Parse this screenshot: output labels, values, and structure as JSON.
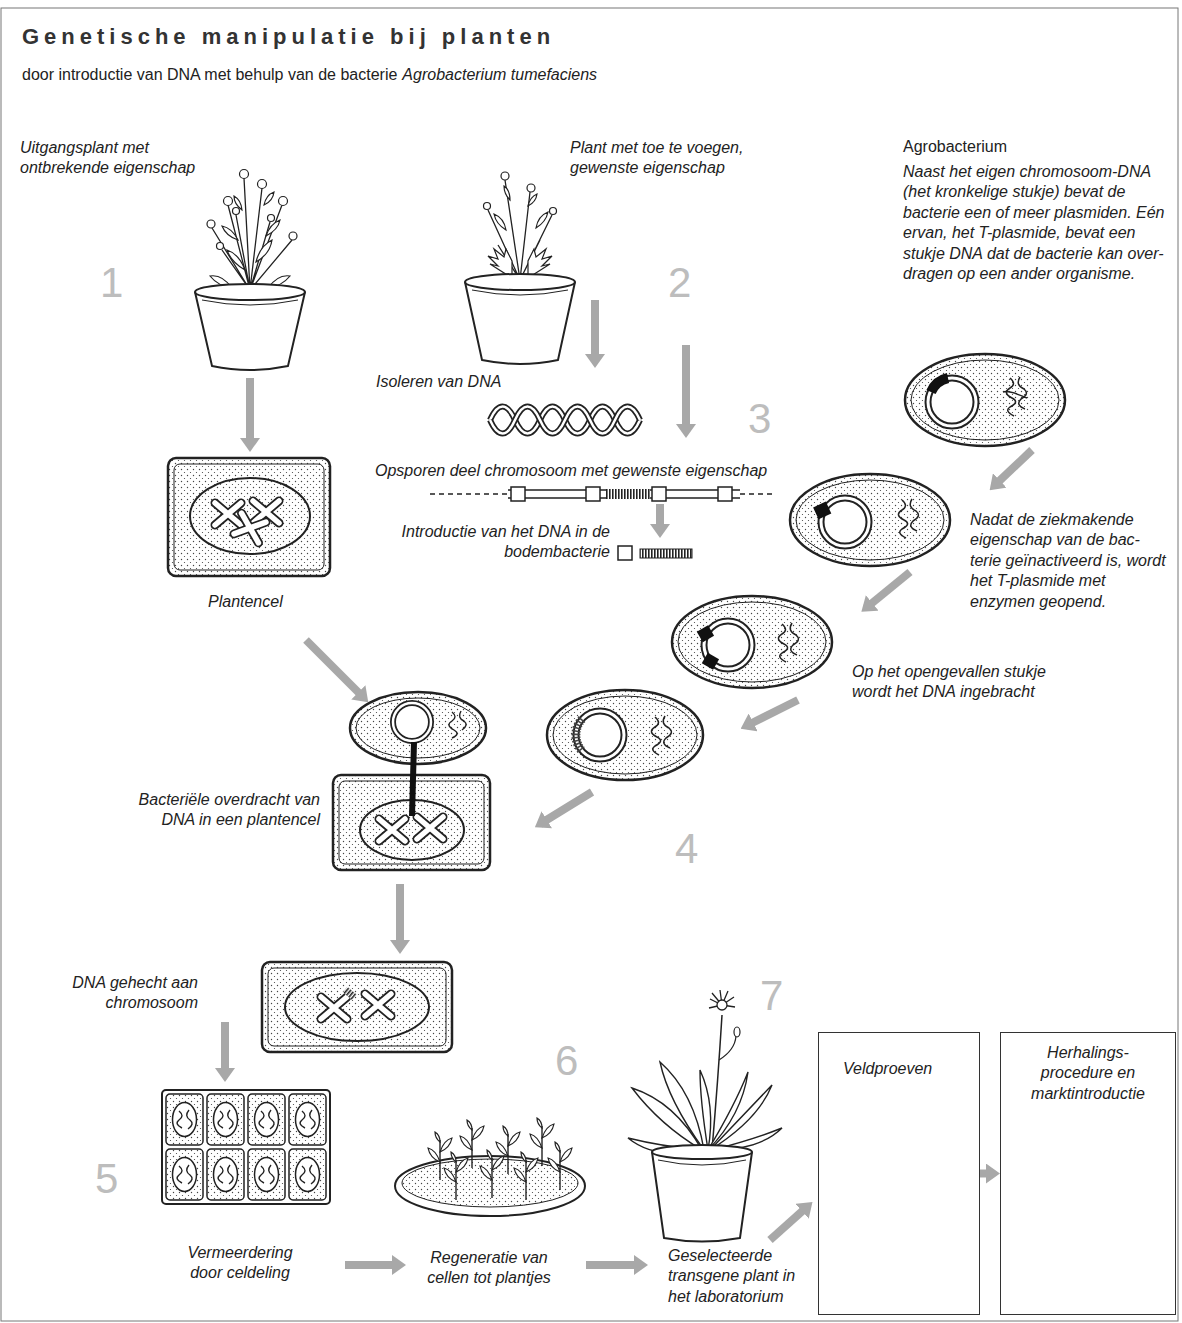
{
  "diagram": {
    "title": "Genetische manipulatie bij planten",
    "nodes": [
      {
        "text": [
          "Veldproeven"
        ]
      },
      {
        "text": [
          "Herhalings- procedure en marktintroductie"
        ]
      }
    ],
    "edges": [
      {
        "from": 0,
        "to": 1,
        "arrow": "to"
      }
    ],
    "labels": [
      "door introductie van DNA met behulp van de bacterie",
      "Agrobacterium tumefaciens",
      "Uitgangsplant met ontbrekende eigenschap",
      "1",
      "Plant met toe te voegen, gewenste eigenschap",
      "2",
      "Agrobacterium",
      "Naast het eigen chromosoom-DNA (het kronkelige stukje) bevat de bacterie een of meer plasmiden. Eén ervan, het T-plasmide, bevat een stukje DNA dat de bacterie kan over- dragen op een ander organisme.",
      "Isoleren van DNA",
      "3",
      "Opsporen deel chromosoom met gewenste eigenschap",
      "Introductie van het DNA in de bodembacterie",
      "Plantencel",
      "Nadat de ziekmakende eigenschap van de bac- terie geïnactiveerd is, wordt het T-plasmide met enzymen geopend.",
      "Op het opengevallen stukje wordt het DNA ingebracht",
      "Bacteriële overdracht van DNA in een plantencel",
      "4",
      "DNA gehecht aan chromosoom",
      "5",
      "Vermeerdering door celdeling",
      "6",
      "Regeneratie van cellen tot plantjes",
      "7",
      "Geselecteerde transgene plant in het laboratorium"
    ]
  }
}
